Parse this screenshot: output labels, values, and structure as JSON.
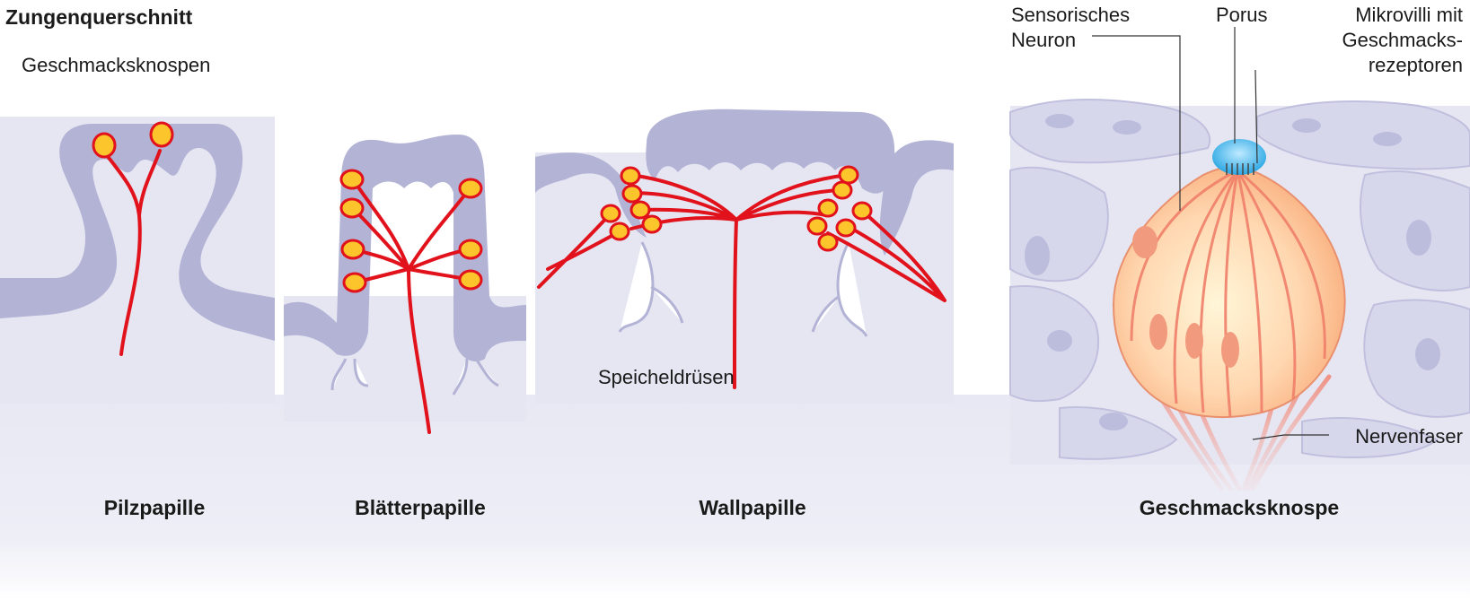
{
  "title": "Zungenquerschnitt",
  "labels": {
    "taste_buds": "Geschmacksknospen",
    "salivary_glands": "Speicheldrüsen",
    "sensory_neuron_line1": "Sensorisches",
    "sensory_neuron_line2": "Neuron",
    "pore": "Porus",
    "microvilli_line1": "Mikrovilli mit",
    "microvilli_line2": "Geschmacks-",
    "microvilli_line3": "rezeptoren",
    "nerve_fiber": "Nervenfaser"
  },
  "captions": {
    "fungiform": "Pilzpapille",
    "foliate": "Blätterpapille",
    "vallate": "Wallpapille",
    "taste_bud": "Geschmacksknospe"
  },
  "colors": {
    "tissue": "#e6e6f3",
    "tissue_edge": "#c5c5df",
    "epithelium": "#b3b3d6",
    "nerve": "#e1121b",
    "bud_fill": "#fbc52b",
    "pore": "#3fb3e8",
    "cells": "#d7d7ec"
  }
}
